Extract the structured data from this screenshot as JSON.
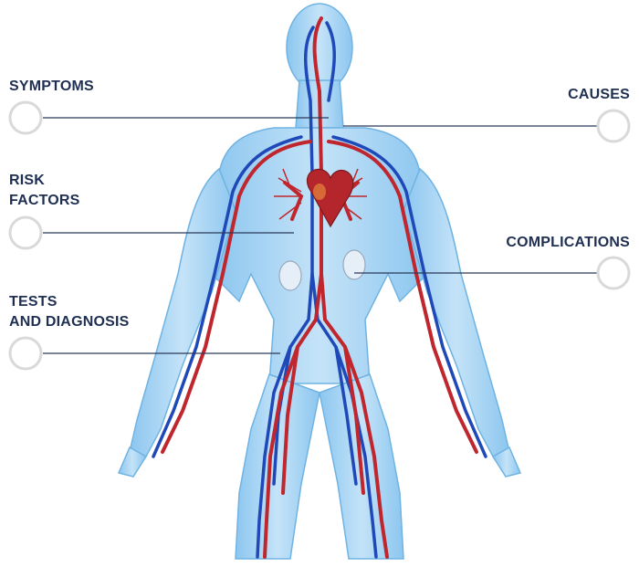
{
  "labels": {
    "symptoms": "SYMPTOMS",
    "risk_factors": "RISK\nFACTORS",
    "tests": "TESTS\nAND DIAGNOSIS",
    "causes": "CAUSES",
    "complications": "COMPLICATIONS"
  },
  "colors": {
    "label_text": "#1f2f52",
    "leader_line": "#2b3a5a",
    "circle_stroke": "#d9d9d9",
    "body_fill": "#a9d4f2",
    "body_edge": "#6fb3e3",
    "artery": "#c0262d",
    "vein": "#1f49b8",
    "heart": "#b5262c"
  },
  "icons": {
    "hotspot": "hotspot-circle-icon",
    "figure": "circulatory-system-figure"
  }
}
